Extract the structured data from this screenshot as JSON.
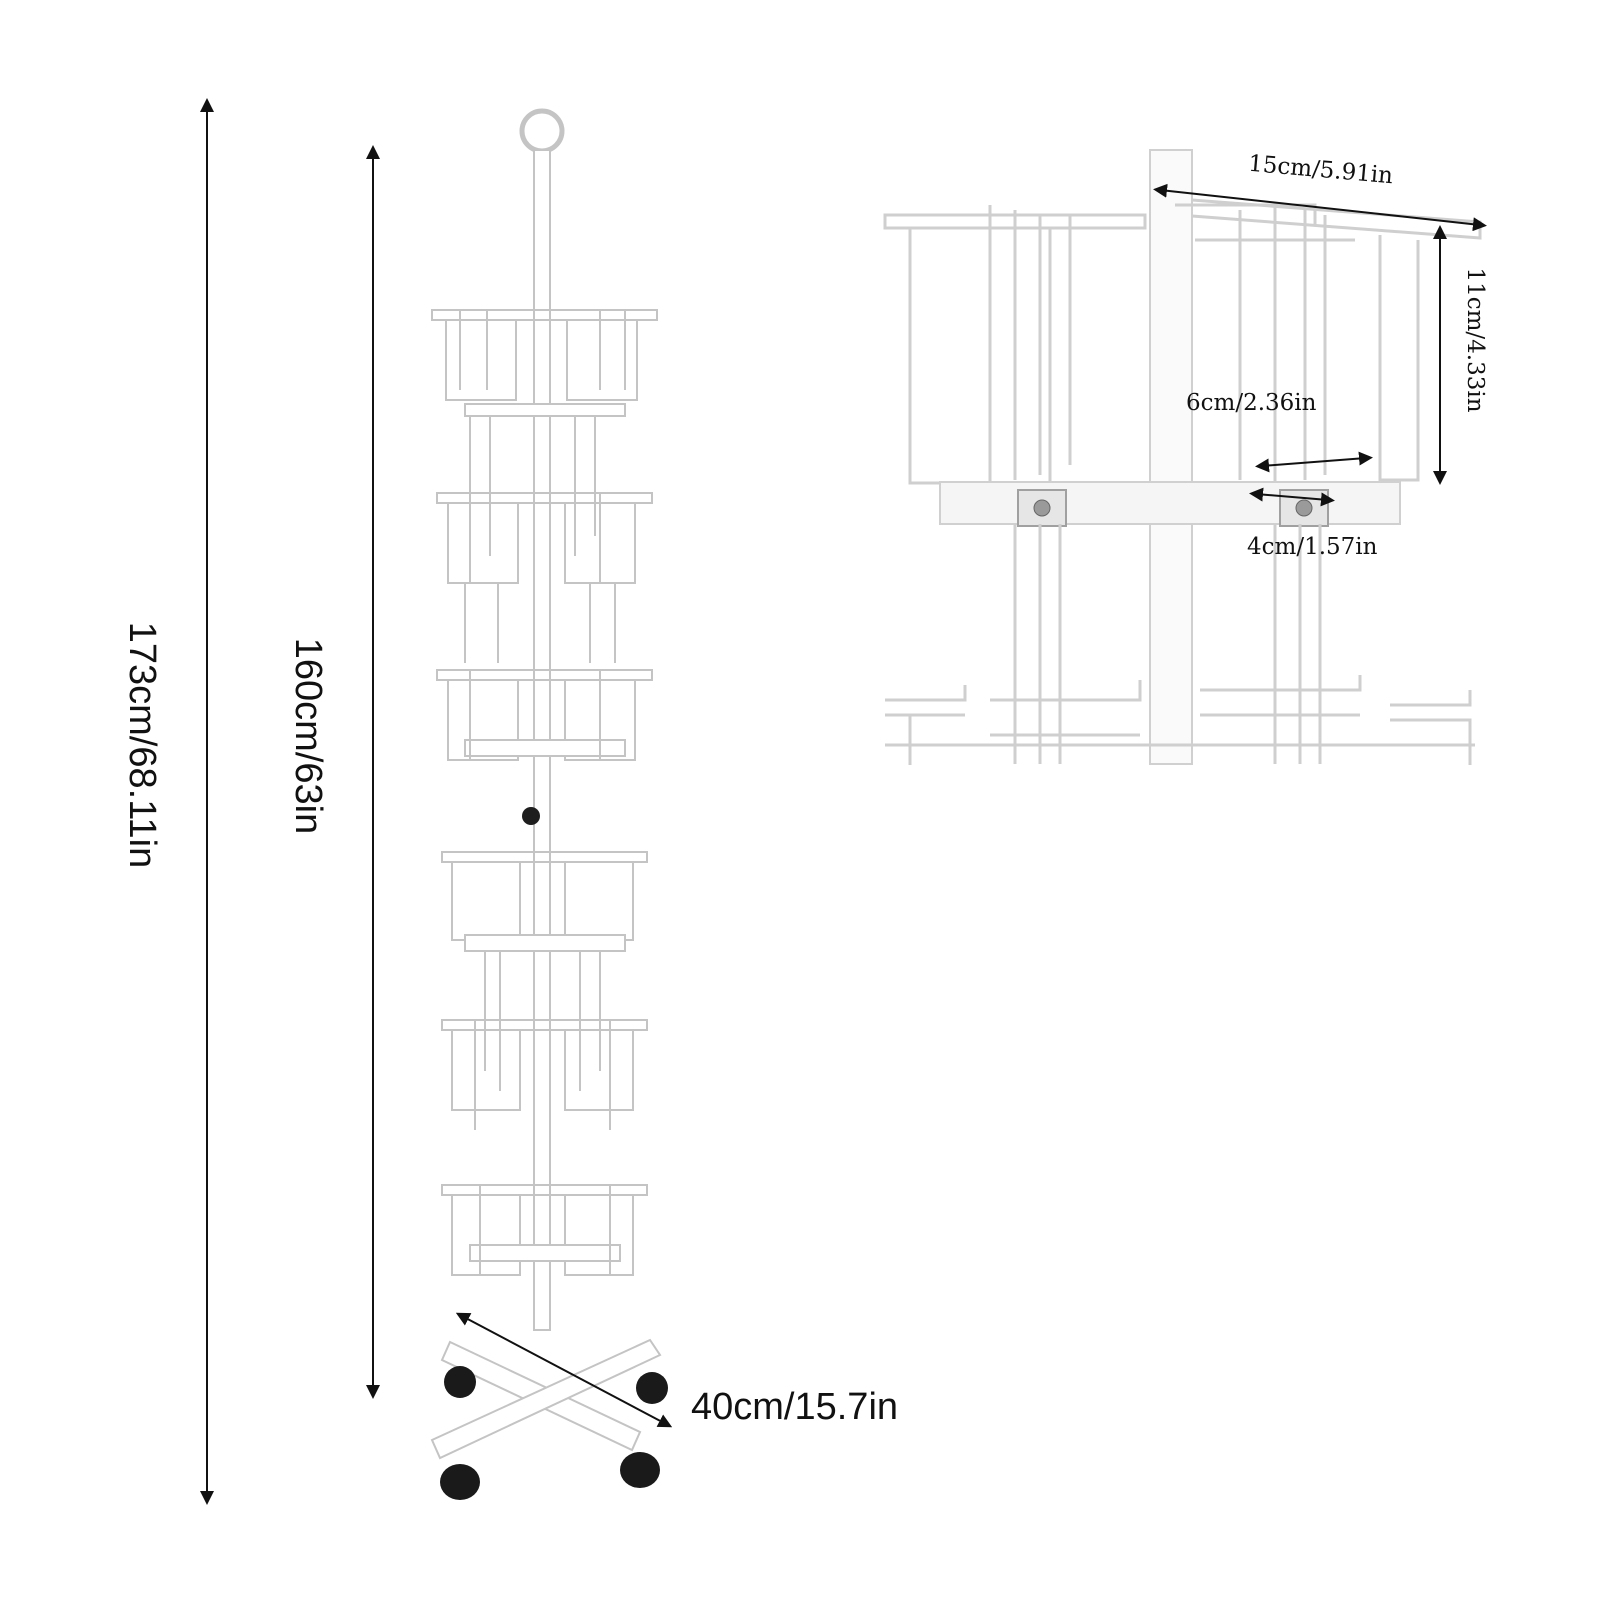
{
  "dimensions": {
    "total_height": "173cm/68.11in",
    "pole_height": "160cm/63in",
    "base_width": "40cm/15.7in",
    "basket_width": "15cm/5.91in",
    "basket_height": "11cm/4.33in",
    "basket_depth": "6cm/2.36in",
    "slot_width": "4cm/1.57in"
  },
  "colors": {
    "rack_line": "#c9c9c9",
    "rack_fill": "#ffffff",
    "text": "#111111",
    "wheel": "#1a1a1a"
  }
}
